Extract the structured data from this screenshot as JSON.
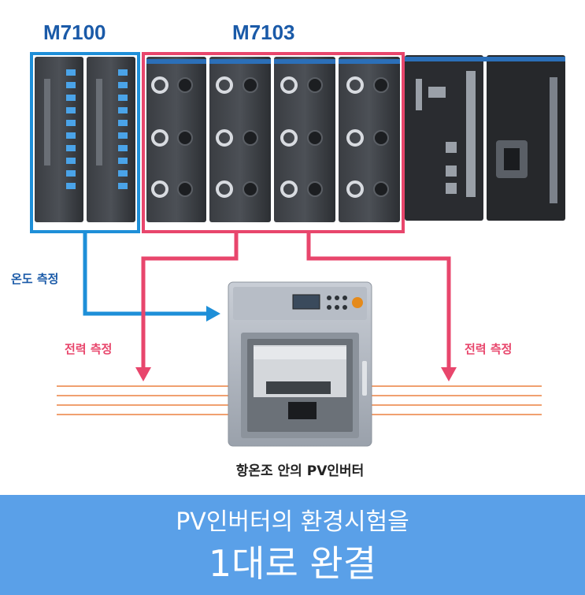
{
  "labels": {
    "module_left": "M7100",
    "module_right": "M7103",
    "temperature": "온도 측정",
    "power_left": "전력 측정",
    "power_right": "전력 측정",
    "chamber_caption": "항온조 안의 PV인버터"
  },
  "banner": {
    "line1": "PV인버터의 환경시험을",
    "line2": "1대로 완결"
  },
  "colors": {
    "blue": "#1e8fd8",
    "pink": "#e8466c",
    "wire": "#f0a070",
    "banner": "#5aa0e8",
    "label_blue": "#1a5aa8"
  }
}
